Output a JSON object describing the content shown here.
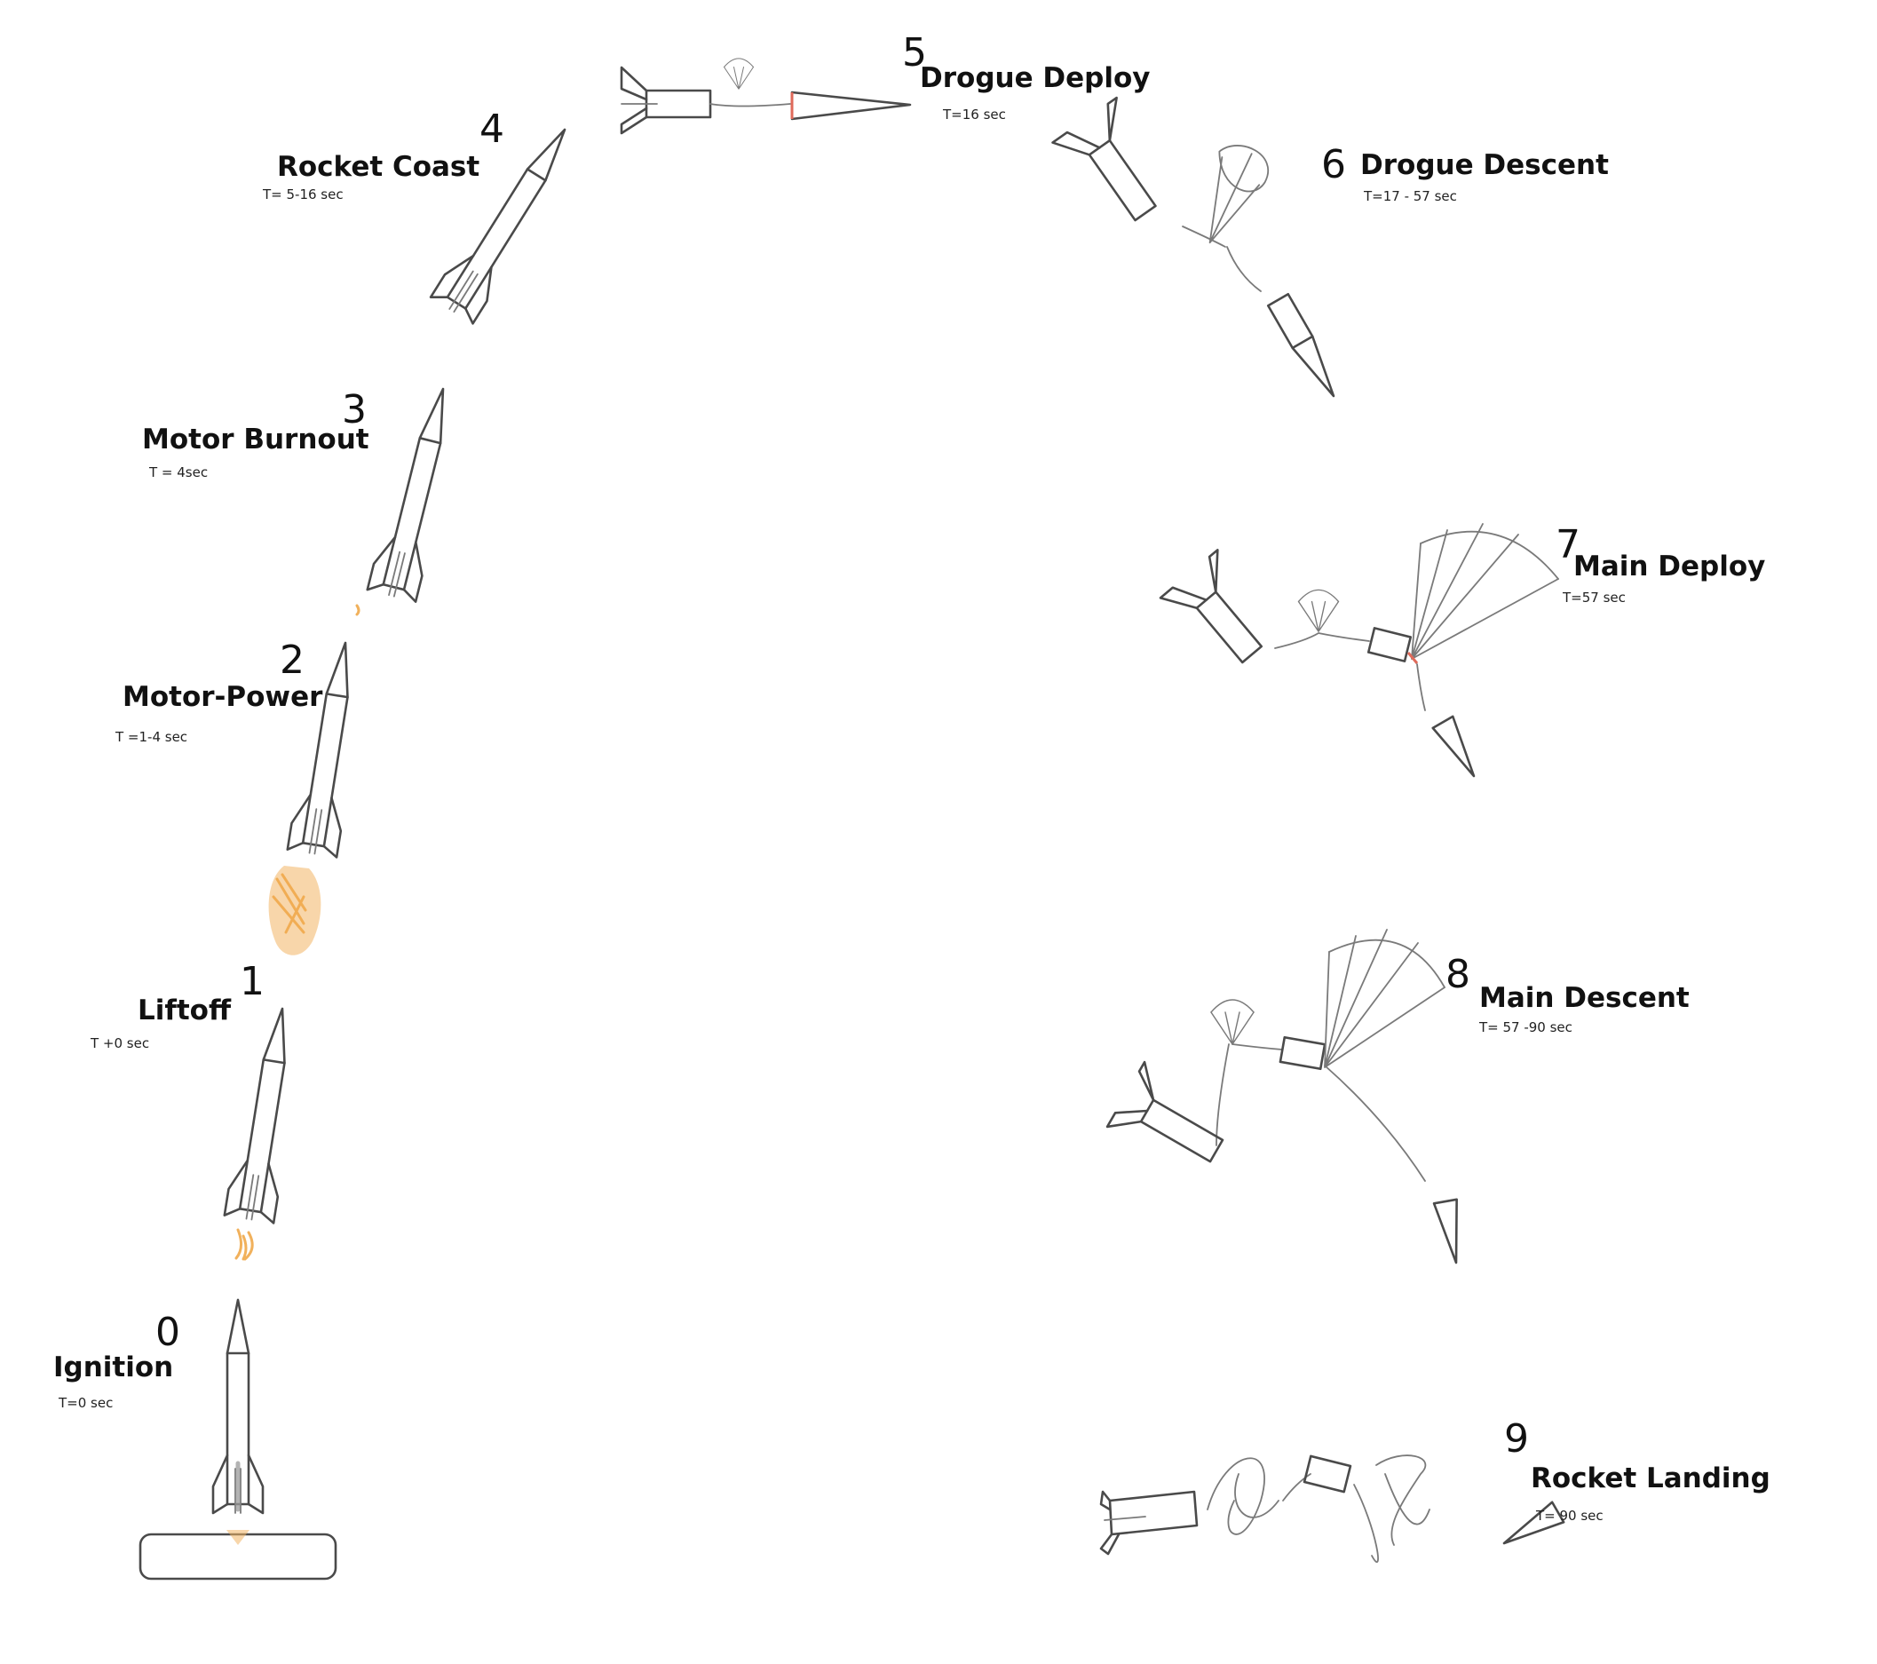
{
  "stages": [
    {
      "num": "0",
      "title": "Ignition",
      "time": "T=0 sec"
    },
    {
      "num": "1",
      "title": "Liftoff",
      "time": "T +0 sec"
    },
    {
      "num": "2",
      "title": "Motor-Power",
      "time": "T =1-4 sec"
    },
    {
      "num": "3",
      "title": "Motor Burnout",
      "time": "T = 4sec"
    },
    {
      "num": "4",
      "title": "Rocket Coast",
      "time": "T= 5-16 sec"
    },
    {
      "num": "5",
      "title": "Drogue Deploy",
      "time": "T=16 sec"
    },
    {
      "num": "6",
      "title": "Drogue Descent",
      "time": "T=17 - 57 sec"
    },
    {
      "num": "7",
      "title": "Main Deploy",
      "time": "T=57 sec"
    },
    {
      "num": "8",
      "title": "Main Descent",
      "time": "T= 57 -90 sec"
    },
    {
      "num": "9",
      "title": "Rocket Landing",
      "time": "T= 90 sec"
    }
  ]
}
